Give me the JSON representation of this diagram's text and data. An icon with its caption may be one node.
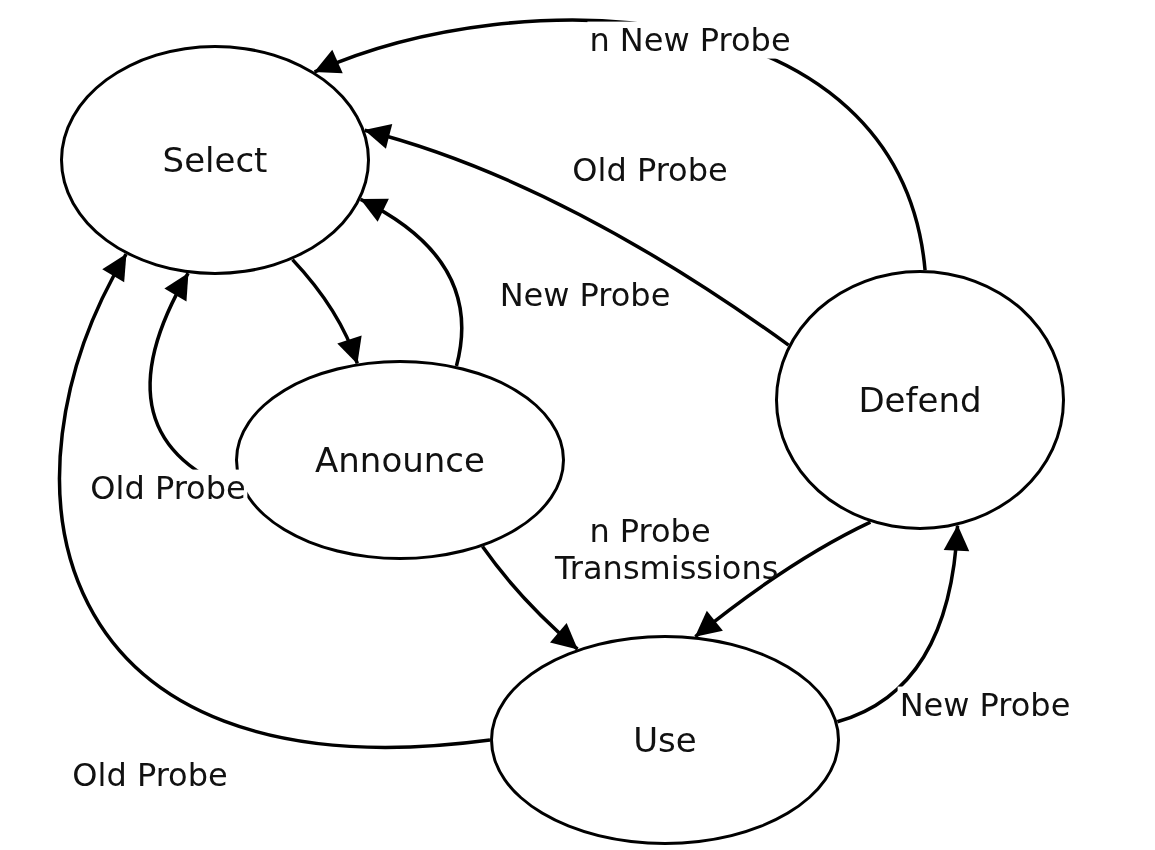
{
  "diagram": {
    "nodes": [
      {
        "text": [
          "Select"
        ]
      },
      {
        "text": [
          "Announce"
        ]
      },
      {
        "text": [
          "Defend"
        ]
      },
      {
        "text": [
          "Use"
        ]
      }
    ],
    "edges": [
      {
        "from": 2,
        "to": 0,
        "arrow": "to",
        "label": "n New Probe"
      },
      {
        "from": 2,
        "to": 0,
        "arrow": "to",
        "label": "Old Probe"
      },
      {
        "from": 0,
        "to": 1,
        "arrow": "to"
      },
      {
        "from": 1,
        "to": 0,
        "arrow": "to",
        "label": "New Probe"
      },
      {
        "from": 1,
        "to": 0,
        "arrow": "to",
        "label": "Old Probe"
      },
      {
        "from": 1,
        "to": 3,
        "arrow": "to",
        "label": "n Probe Transmissions"
      },
      {
        "from": 2,
        "to": 3,
        "arrow": "to"
      },
      {
        "from": 3,
        "to": 2,
        "arrow": "to",
        "label": "New Probe"
      },
      {
        "from": 3,
        "to": 0,
        "arrow": "to",
        "label": "Old Probe"
      }
    ]
  }
}
